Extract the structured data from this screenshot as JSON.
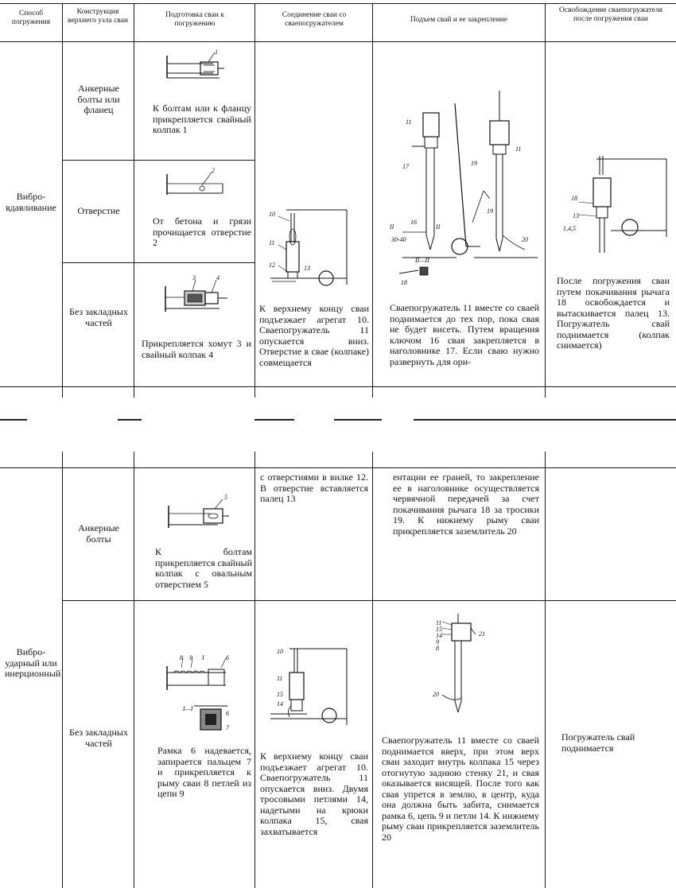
{
  "headers": {
    "method": "Способ погружения",
    "design": "Конструкция верхнего узла сваи",
    "prep": "Подготовка сваи к погружению",
    "connect": "Соединение сваи со сваепогружателем",
    "lift": "Подъем свай и ее закрепление",
    "release": "Освобождение сваепогружателя после погружения сваи"
  },
  "top_section": {
    "method": "Вибро-вдавливание",
    "rows": [
      {
        "design": "Анкерные болты или фланец",
        "prep": "К болтам или к фланцу прикрепляется свайный колпак 1"
      },
      {
        "design": "Отверстие",
        "prep": "От бетона и грязи прочищается отверстие 2"
      },
      {
        "design": "Без закладных частей",
        "prep": "Прикрепляется хомут 3 и свайный колпак 4"
      }
    ],
    "connect": "К верхнему концу сваи подъезжает агрегат 10. Сваепогружатель 11 опускается вниз. Отверстие в свае (колпаке) совмещается",
    "lift": "Сваепогружатель 11 вместе со сваей поднимается до тех пор, пока свая не будет висеть. Путем вращения ключом 16 свая закрепляется в наголовнике 17. Если сваю нужно развернуть для ори-",
    "release": "После погружения сваи путем покачивания рычага 18 освобождается и вытаскивается палец 13. Погружатель свай поднимается (колпак снимается)"
  },
  "bottom_section": {
    "method": "Вибро-ударный или инерционный",
    "rows": [
      {
        "design": "Анкерные болты",
        "prep": "К болтам прикрепляется свайный колпак с овальным отверстием 5"
      },
      {
        "design": "Без закладных частей",
        "prep": "Рамка 6 надевается, запирается пальцем 7 и прикрепляется к рыму сваи 8 петлей из цепи 9"
      }
    ],
    "connect_cont": "с отверстиями в вилке 12. В отверстие вставляется палец 13",
    "lift_cont": "ентации ее граней, то закрепление ее в наголовнике осуществляется червячной передачей за счет покачивания рычага 18 за тросики 19. К нижнему рыму сваи прикрепляется заземлитель 20",
    "connect2": "К верхнему концу сваи подъезжает агрегат 10. Сваепогружатель 11 опускается вниз. Двумя тросовыми петлями 14, надетыми на крюки колпака 15, свая захватывается",
    "lift2": "Сваепогружатель 11 вместе со сваей поднимается вверх, при этом верх сваи заходит внутрь колпака 15 через отогнутую заднюю стенку 21, и свая оказывается висящей. После того как свая упрется в землю, в центр, куда она должна быть забита, снимается рамка 6, цепь 9 и петли 14. К нижнему рыму сваи прикрепляется заземлитель 20",
    "release2": "Погружатель свай поднимается"
  },
  "figure_labels": {
    "f1": [
      "1"
    ],
    "f2": [
      "2"
    ],
    "f3": [
      "3",
      "4"
    ],
    "f4": [
      "10",
      "11",
      "12",
      "13"
    ],
    "f5": [
      "11",
      "17",
      "16",
      "II",
      "30-40",
      "II",
      "18",
      "II—II",
      "19",
      "11",
      "19",
      "20"
    ],
    "f6": [
      "18",
      "13",
      "1,4,5"
    ],
    "f7": [
      "5"
    ],
    "f8": [
      "8",
      "9",
      "I",
      "6",
      "I—I",
      "6",
      "7"
    ],
    "f9": [
      "10",
      "11",
      "15",
      "14"
    ],
    "f10": [
      "11",
      "15",
      "14",
      "9",
      "8",
      "21",
      "20"
    ]
  }
}
